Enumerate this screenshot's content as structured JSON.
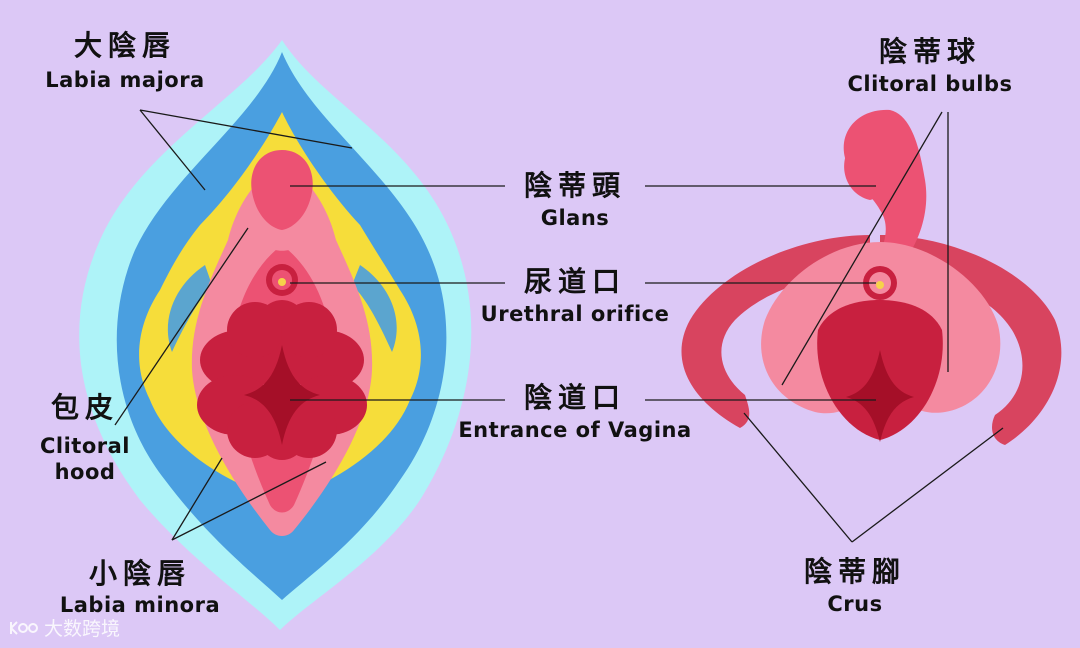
{
  "labels": {
    "labia_majora": {
      "zh": "大陰唇",
      "en": "Labia majora"
    },
    "clitoral_hood": {
      "zh": "包皮",
      "en_line1": "Clitoral",
      "en_line2": "hood"
    },
    "labia_minora": {
      "zh": "小陰唇",
      "en": "Labia minora"
    },
    "glans": {
      "zh": "陰蒂頭",
      "en": "Glans"
    },
    "urethral_orifice": {
      "zh": "尿道口",
      "en": "Urethral orifice"
    },
    "entrance_of_vagina": {
      "zh": "陰道口",
      "en": "Entrance of Vagina"
    },
    "clitoral_bulbs": {
      "zh": "陰蒂球",
      "en": "Clitoral bulbs"
    },
    "crus": {
      "zh": "陰蒂腳",
      "en": "Crus"
    }
  },
  "watermark": "大数跨境",
  "colors": {
    "background": "#dcc8f6",
    "outer_labia": "#aef3f8",
    "blue_band": "#4a9fe0",
    "yellow_layer": "#f6dd3a",
    "pink_light": "#f48aa0",
    "pink_mid": "#ec5273",
    "crimson": "#c8203f",
    "dark_red": "#a50f28",
    "urethra_dot": "#f6d24a"
  }
}
